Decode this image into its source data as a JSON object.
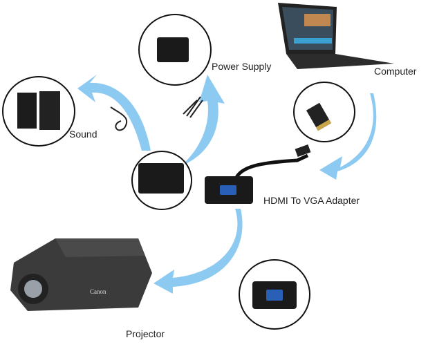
{
  "labels": {
    "power_supply": "Power Supply",
    "computer": "Computer",
    "sound": "Sound",
    "adapter": "HDMI To VGA Adapter",
    "projector": "Projector"
  },
  "logos": {
    "projector_brand": "Canon"
  },
  "colors": {
    "arrow": "#8ccaf2",
    "device": "#1a1a1a",
    "vga_port": "#2a5fb8"
  }
}
